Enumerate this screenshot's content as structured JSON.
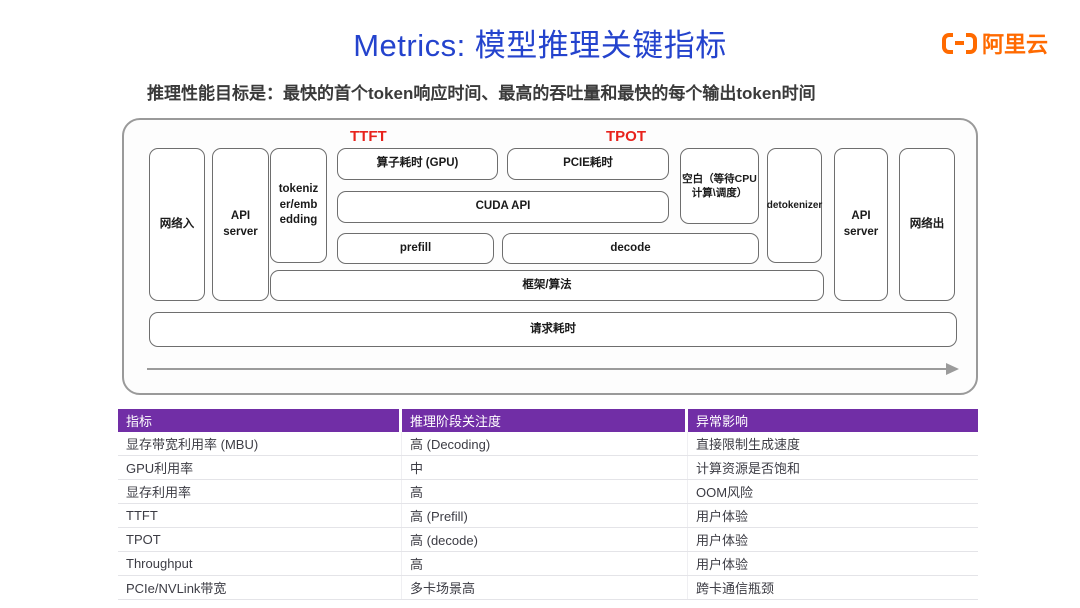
{
  "slide": {
    "title": "Metrics: 模型推理关键指标",
    "subtitle": "推理性能目标是：最快的首个token响应时间、最高的吞吐量和最快的每个输出token时间",
    "colors": {
      "title_blue": "#2443cd",
      "accent_red": "#e8221c",
      "table_header_purple": "#712ea6",
      "logo_orange": "#ff6a00"
    }
  },
  "logo": {
    "brand": "阿里云"
  },
  "diagram": {
    "labels": {
      "ttft": "TTFT",
      "tpot": "TPOT"
    },
    "boxes": {
      "network_in": "网络入",
      "api_server_in": "API server",
      "tokenizer": "tokenizer/embedding",
      "op_time": "算子耗时 (GPU)",
      "pcie_time": "PCIE耗时",
      "cuda_api": "CUDA API",
      "prefill": "prefill",
      "decode": "decode",
      "idle_line1": "空白（等待CPU",
      "idle_line2": "计算\\调度）",
      "detokenizer": "detokenizer",
      "framework": "框架/算法",
      "api_server_out": "API server",
      "network_out": "网络出",
      "request_time": "请求耗时"
    }
  },
  "table": {
    "headers": [
      "指标",
      "推理阶段关注度",
      "异常影响"
    ],
    "rows": [
      [
        "显存带宽利用率 (MBU)",
        "高 (Decoding)",
        "直接限制生成速度"
      ],
      [
        "GPU利用率",
        "中",
        "计算资源是否饱和"
      ],
      [
        "显存利用率",
        "高",
        "OOM风险"
      ],
      [
        "TTFT",
        "高 (Prefill)",
        "用户体验"
      ],
      [
        "TPOT",
        "高 (decode)",
        "用户体验"
      ],
      [
        "Throughput",
        "高",
        "用户体验"
      ],
      [
        "PCIe/NVLink带宽",
        "多卡场景高",
        "跨卡通信瓶颈"
      ]
    ]
  }
}
